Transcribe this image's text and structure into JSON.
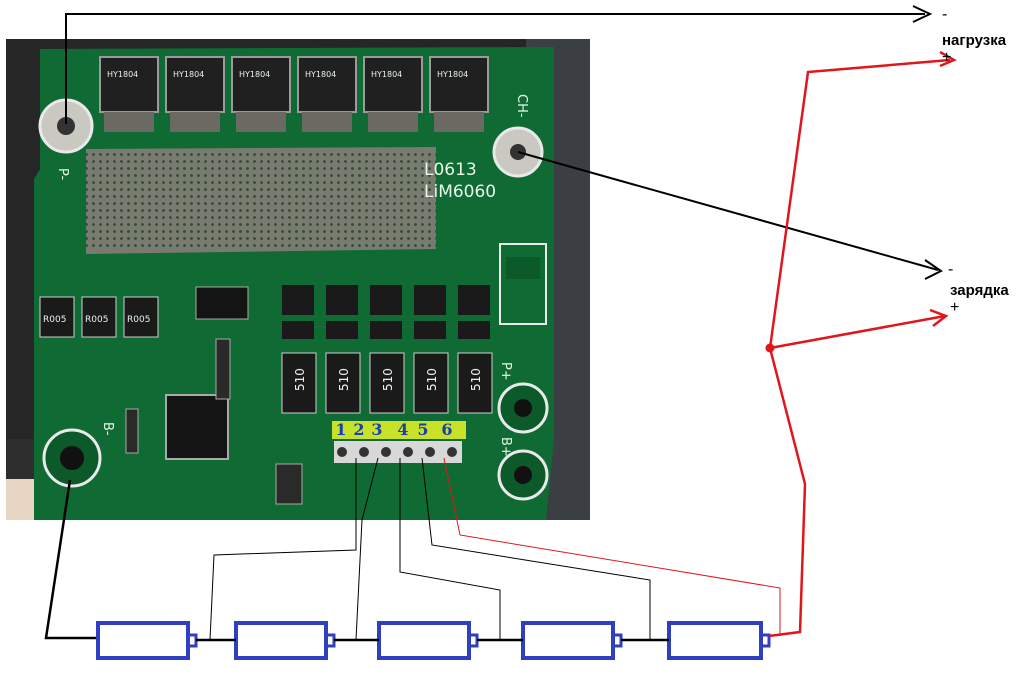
{
  "board": {
    "mosfet_marking": "HY1804",
    "silk_labels": {
      "p_minus": "P-",
      "ch_minus": "CH-",
      "b_minus": "B-",
      "p_plus": "P+",
      "b_plus": "B+",
      "model_1": "L0613",
      "model_2": "LiM6060",
      "shunt": "R005",
      "resistor": "510"
    },
    "pins": [
      "1",
      "2",
      "3",
      "4",
      "5",
      "6"
    ]
  },
  "labels": {
    "load_minus": "-",
    "load": "нагрузка",
    "load_plus": "+",
    "charge_minus": "-",
    "charge": "зарядка",
    "charge_plus": "+"
  },
  "colors": {
    "wire_negative": "#000000",
    "wire_positive": "#e0161b",
    "battery_cells": "#2f3fbf",
    "pin_highlight": "#c7e229",
    "board_green": "#0f6b33"
  }
}
